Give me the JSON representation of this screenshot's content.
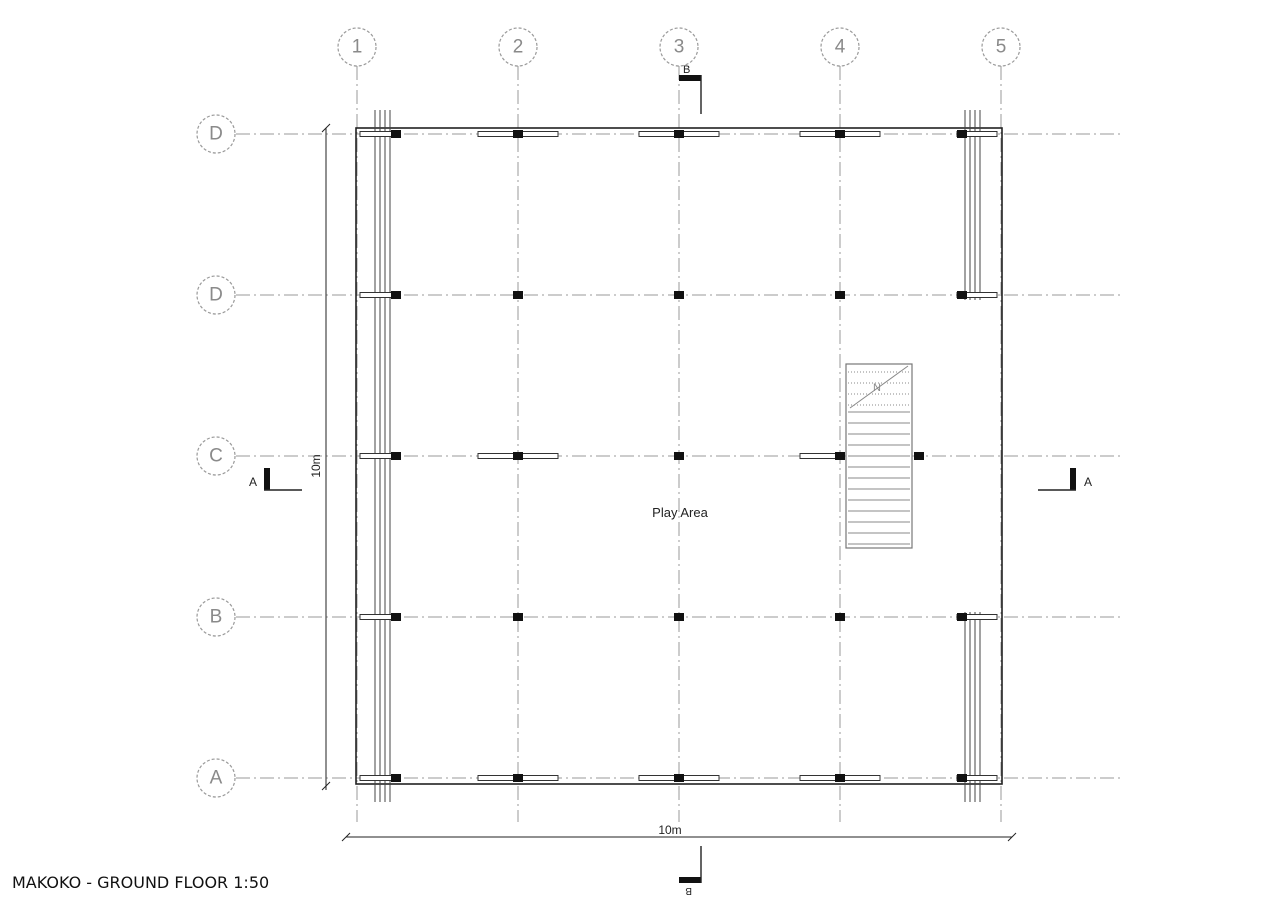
{
  "drawing": {
    "title": "MAKOKO - GROUND FLOOR 1:50",
    "room_label": "Play Area",
    "column_axes": [
      "1",
      "2",
      "3",
      "4",
      "5"
    ],
    "row_axes": [
      "D",
      "D",
      "C",
      "B",
      "A"
    ],
    "dimension_vertical": "10m",
    "dimension_horizontal": "10m",
    "section_a_left": "A",
    "section_a_right": "A",
    "section_b_top": "B",
    "section_b_bottom": "B",
    "stair_arrow_label": "N"
  }
}
